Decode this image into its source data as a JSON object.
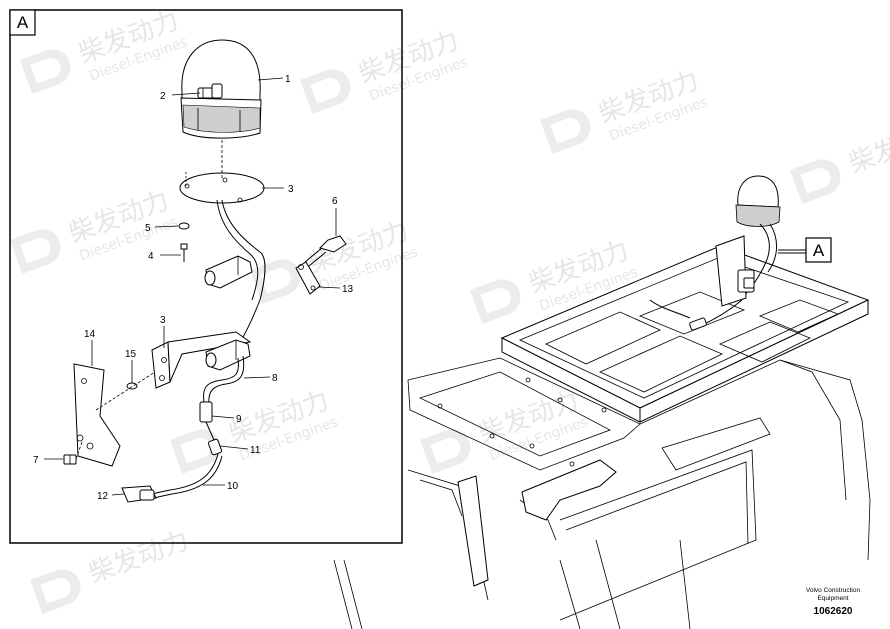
{
  "detail_view": {
    "label": "A",
    "callouts": [
      "1",
      "2",
      "3",
      "5",
      "4",
      "6",
      "13",
      "14",
      "3",
      "15",
      "8",
      "9",
      "11",
      "7",
      "10",
      "12"
    ]
  },
  "overview": {
    "label": "A"
  },
  "watermark": {
    "text_cn": "柴发动力",
    "text_en": "Diesel-Engines"
  },
  "footer": {
    "line1": "Volvo Construction",
    "line2": "Equipment",
    "number": "1062620"
  }
}
